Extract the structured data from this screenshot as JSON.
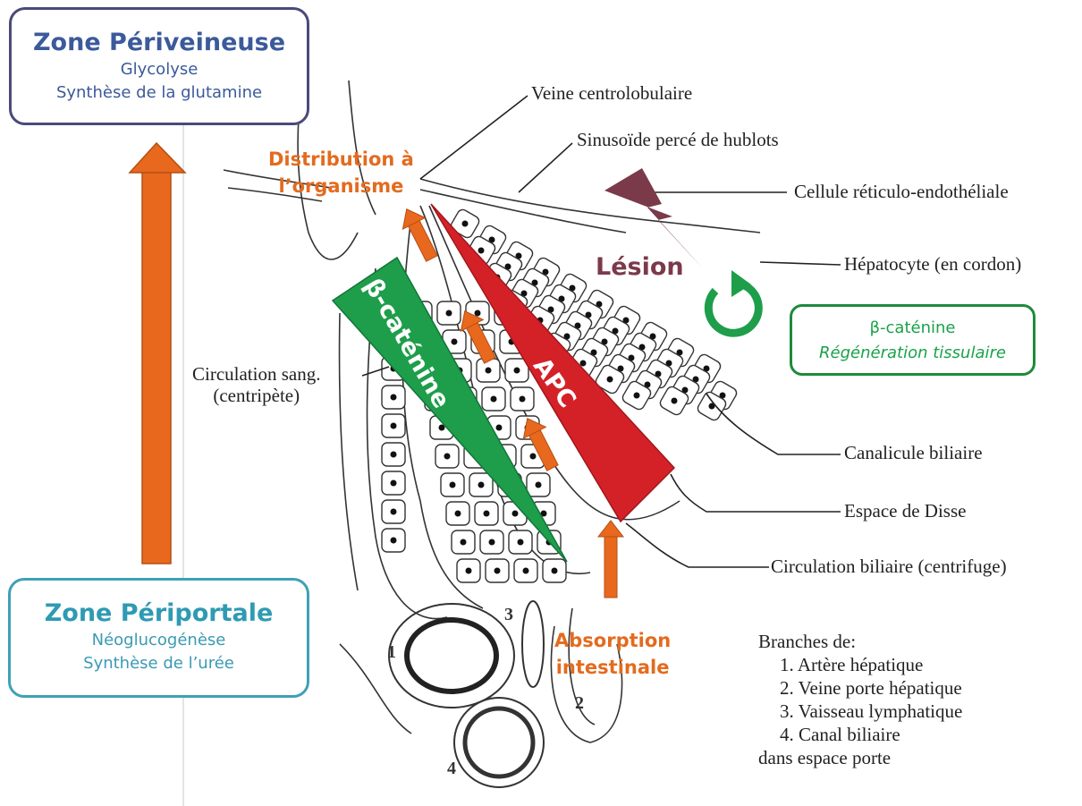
{
  "zone_perveineuse": {
    "title": "Zone Périveineuse",
    "line1": "Glycolyse",
    "line2": "Synthèse de la glutamine"
  },
  "zone_periportale": {
    "title": "Zone Périportale",
    "line1": "Néoglucogénèse",
    "line2": "Synthèse de l’urée"
  },
  "beta_box": {
    "line1": "β-caténine",
    "line2": "Régénération tissulaire"
  },
  "overlay": {
    "distribution": [
      "Distribution à",
      "l’organisme"
    ],
    "absorption": [
      "Absorption",
      "intestinale"
    ],
    "lesion": "Lésion",
    "beta_triangle": "β-caténine",
    "apc_triangle": "APC"
  },
  "anatomy_labels": {
    "veine": "Veine centrolobulaire",
    "sinusoide": "Sinusoïde percé de hublots",
    "cellule": "Cellule réticulo-endothéliale",
    "hepatocyte": "Hépatocyte (en cordon)",
    "canalicule": "Canalicule biliaire",
    "disse": "Espace de Disse",
    "circ_biliaire": "Circulation biliaire (centrifuge)",
    "circ_sang": [
      "Circulation sang.",
      "(centripète)"
    ]
  },
  "legend": {
    "title": "Branches de:",
    "items": [
      "1. Artère hépatique",
      "2. Veine porte hépatique",
      "3. Vaisseau lymphatique",
      "4. Canal biliaire"
    ],
    "footer": "dans espace porte"
  },
  "numbers": [
    "1",
    "2",
    "3",
    "4"
  ],
  "colors": {
    "orange": "#e36b1e",
    "green": "#1e9e4a",
    "red": "#d42128",
    "lesion": "#7a3a4a"
  }
}
